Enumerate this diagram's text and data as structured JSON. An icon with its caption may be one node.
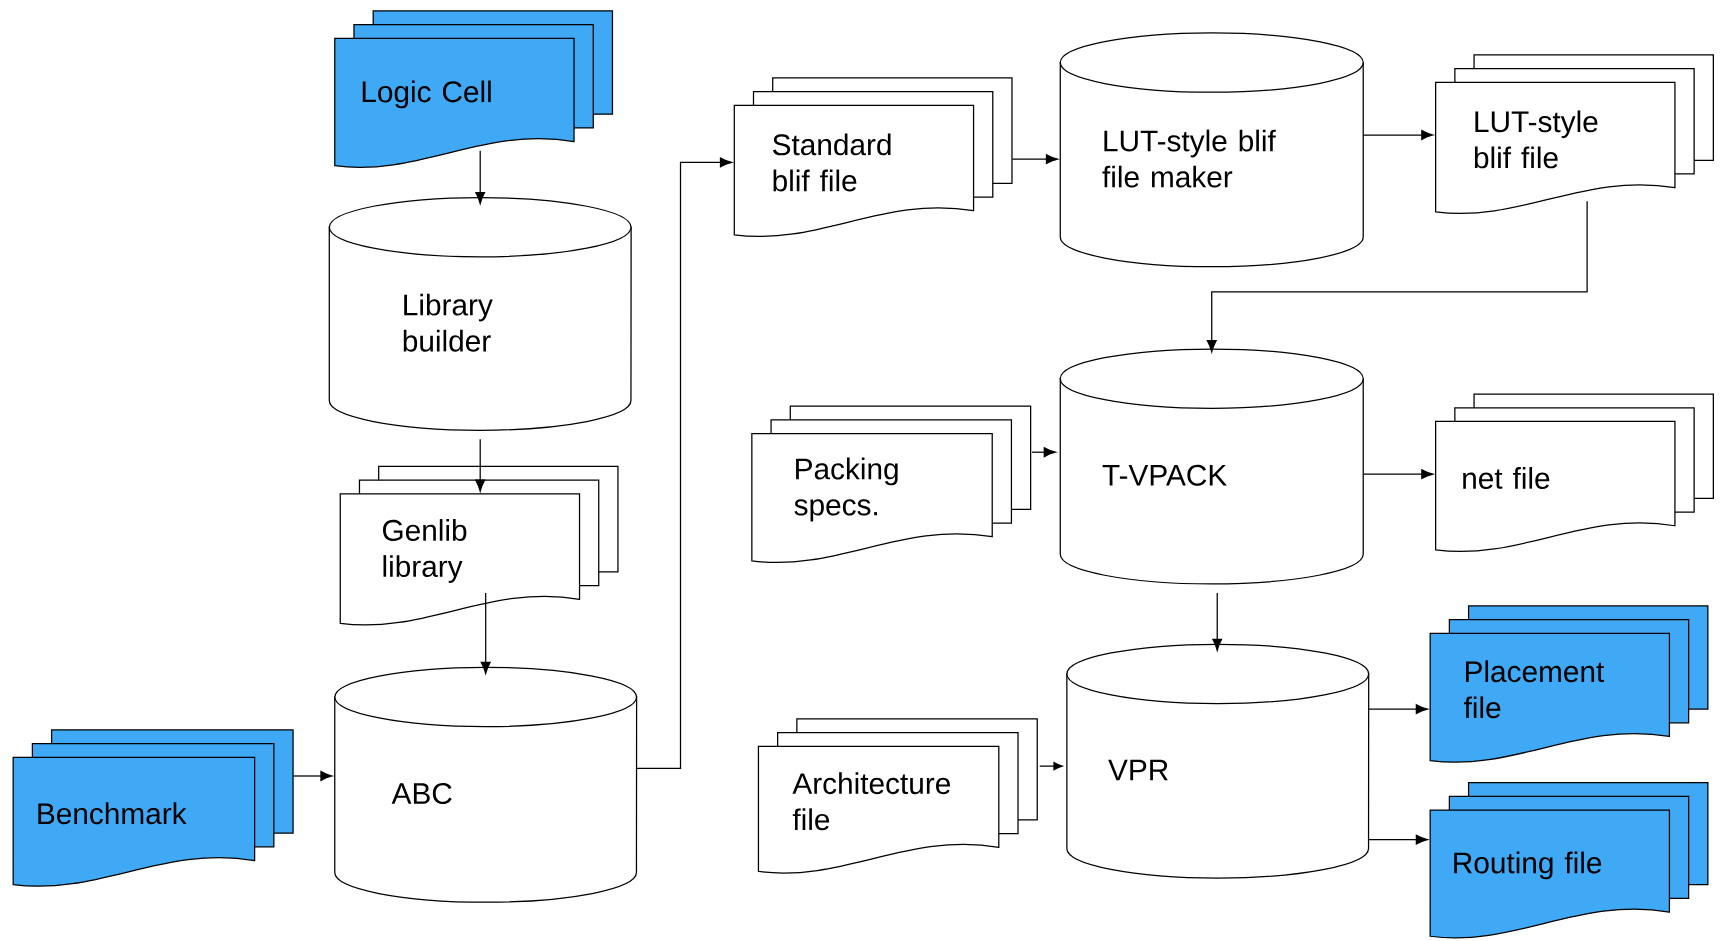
{
  "diagram": {
    "nodes": [
      {
        "text": [
          "Logic Cell"
        ]
      },
      {
        "text": [
          "Library builder"
        ]
      },
      {
        "text": [
          "Genlib library"
        ]
      },
      {
        "text": [
          "Benchmark"
        ]
      },
      {
        "text": [
          "ABC"
        ]
      },
      {
        "text": [
          "Standard blif file"
        ]
      },
      {
        "text": [
          "LUT-style blif file maker"
        ]
      },
      {
        "text": [
          "LUT-style blif file"
        ]
      },
      {
        "text": [
          "Packing specs."
        ]
      },
      {
        "text": [
          "T-VPACK"
        ]
      },
      {
        "text": [
          "net file"
        ]
      },
      {
        "text": [
          "Architecture file"
        ]
      },
      {
        "text": [
          "VPR"
        ]
      },
      {
        "text": [
          "Placement file"
        ]
      },
      {
        "text": [
          "Routing file"
        ]
      }
    ],
    "edges": [
      {
        "from": 0,
        "to": 1,
        "arrow": "to"
      },
      {
        "from": 1,
        "to": 2,
        "arrow": "to"
      },
      {
        "from": 2,
        "to": 4,
        "arrow": "to"
      },
      {
        "from": 3,
        "to": 4,
        "arrow": "to"
      },
      {
        "from": 4,
        "to": 5,
        "arrow": "to"
      },
      {
        "from": 5,
        "to": 6,
        "arrow": "to"
      },
      {
        "from": 6,
        "to": 7,
        "arrow": "to"
      },
      {
        "from": 7,
        "to": 9,
        "arrow": "to"
      },
      {
        "from": 8,
        "to": 9,
        "arrow": "to"
      },
      {
        "from": 9,
        "to": 10,
        "arrow": "to"
      },
      {
        "from": 9,
        "to": 12,
        "arrow": "to"
      },
      {
        "from": 11,
        "to": 12,
        "arrow": "to"
      },
      {
        "from": 12,
        "to": 13,
        "arrow": "to"
      },
      {
        "from": 12,
        "to": 14,
        "arrow": "to"
      }
    ]
  }
}
